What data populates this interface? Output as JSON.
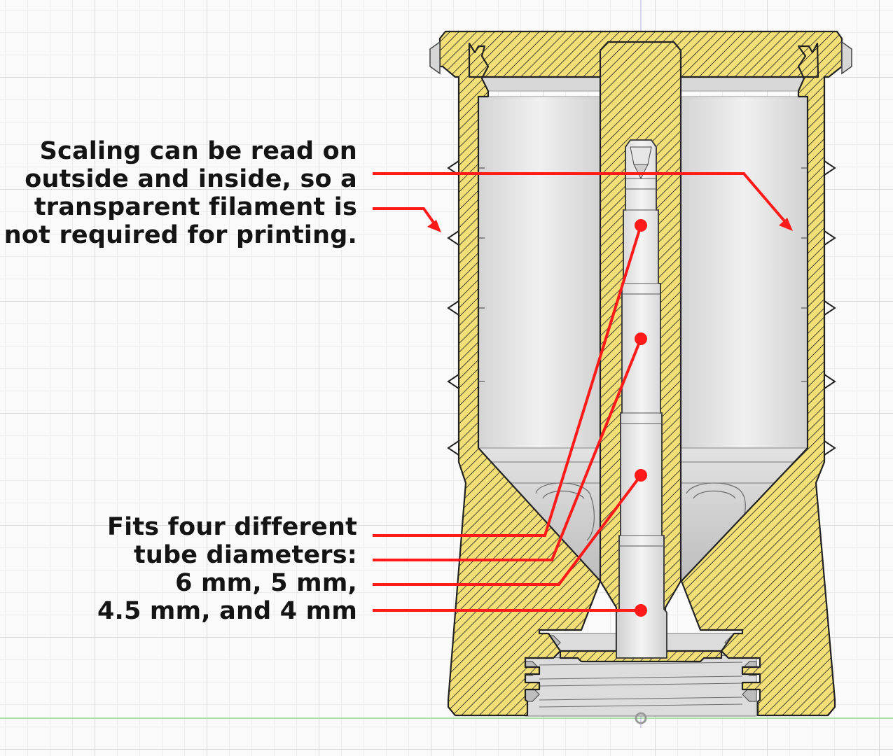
{
  "callouts": {
    "scaling": {
      "lines": [
        "Scaling can be read on",
        "outside and inside, so a",
        "transparent filament is",
        "not required for printing."
      ]
    },
    "diameters": {
      "lines": [
        "Fits four different",
        "tube diameters:",
        "6 mm, 5 mm,",
        "4.5 mm, and 4 mm"
      ]
    }
  },
  "colors": {
    "section_fill": "#f2df78",
    "hatch": "#1e1e1e",
    "leader": "#ff1a1a",
    "outline": "#222222",
    "interior": "#e4e4e4",
    "ground_line": "#8fdc8f",
    "axis_line": "#6a6adc"
  }
}
